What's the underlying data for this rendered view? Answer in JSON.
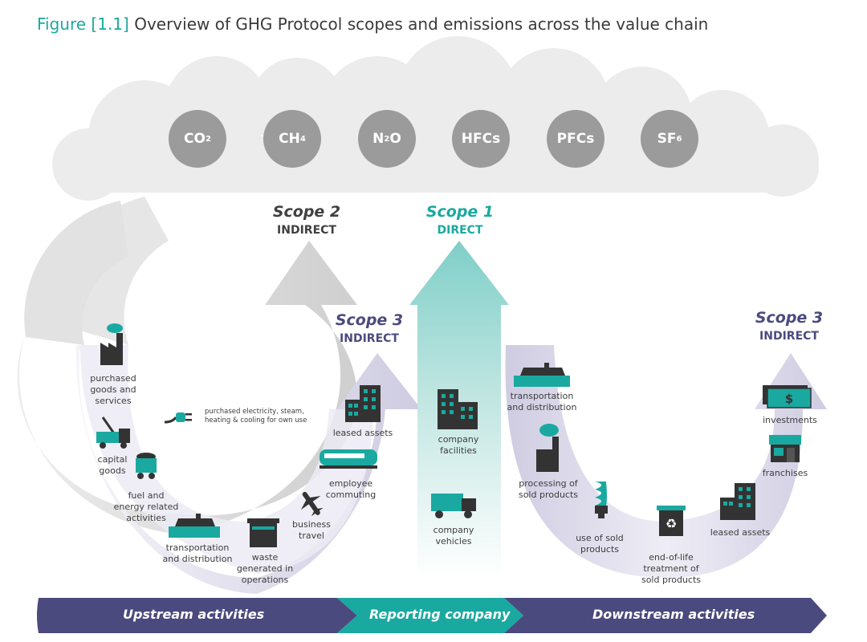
{
  "title": {
    "figure_no": "Figure [1.1]",
    "text": "Overview of GHG Protocol scopes and emissions across the value chain"
  },
  "gases": [
    {
      "base": "CO",
      "sub": "2"
    },
    {
      "base": "CH",
      "sub": "4"
    },
    {
      "base": "N",
      "sub": "2",
      "rest": "O"
    },
    {
      "base": "HFCs",
      "sub": ""
    },
    {
      "base": "PFCs",
      "sub": ""
    },
    {
      "base": "SF",
      "sub": "6"
    }
  ],
  "scopes": {
    "scope2": {
      "name": "Scope 2",
      "type": "INDIRECT"
    },
    "scope1": {
      "name": "Scope 1",
      "type": "DIRECT"
    },
    "scope3_up": {
      "name": "Scope 3",
      "type": "INDIRECT"
    },
    "scope3_down": {
      "name": "Scope 3",
      "type": "INDIRECT"
    }
  },
  "upstream": {
    "purchased_goods": "purchased\ngoods and\nservices",
    "purchased_electricity": "purchased electricity, steam,\nheating & cooling for own use",
    "capital_goods": "capital\ngoods",
    "fuel_energy": "fuel and\nenergy related\nactivities",
    "transport": "transportation\nand distribution",
    "waste": "waste\ngenerated in\noperations",
    "business_travel": "business\ntravel",
    "employee_commuting": "employee\ncommuting",
    "leased_assets": "leased assets"
  },
  "company": {
    "facilities": "company\nfacilities",
    "vehicles": "company\nvehicles"
  },
  "downstream": {
    "transport": "transportation\nand distribution",
    "processing": "processing of\nsold products",
    "use": "use of sold\nproducts",
    "end_of_life": "end-of-life\ntreatment of\nsold products",
    "leased_assets": "leased assets",
    "franchises": "franchises",
    "investments": "investments"
  },
  "bottom_bar": {
    "upstream": "Upstream activities",
    "reporting": "Reporting company",
    "downstream": "Downstream activities"
  },
  "colors": {
    "teal": "#1aa9a0",
    "navy": "#4b4a7e",
    "gray_circle": "#9b9b9b",
    "cloud": "#ececec",
    "arrow_gray": "#d9d9d9",
    "arrow_lavender": "#d6d4e6"
  }
}
